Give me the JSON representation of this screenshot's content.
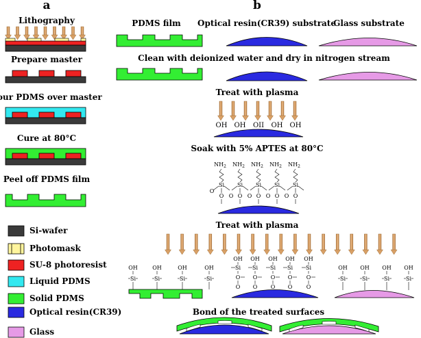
{
  "panel_a": {
    "label": "a",
    "steps": [
      "Lithography",
      "Prepare master",
      "Pour  PDMS over master",
      "Cure at 80°C",
      "Peel off  PDMS film"
    ]
  },
  "panel_b": {
    "label": "b",
    "substrates": [
      "PDMS film",
      "Optical resin(CR39) substrate",
      "Glass  substrate"
    ],
    "steps": [
      "Clean with deionized water and dry in nitrogen stream",
      "Treat with plasma",
      "Soak with  5% APTES at 80°C",
      "Treat with plasma",
      "Bond of the treated surfaces"
    ],
    "chem": {
      "oh": "OH",
      "oh_glitch": "OII",
      "nh2": "NH",
      "nh2_sub": "2",
      "si": "Si",
      "o": "O"
    }
  },
  "legend": [
    {
      "label": "Si-wafer",
      "color": "#3a3a3a"
    },
    {
      "label": "Photomask",
      "color": "#fff59d"
    },
    {
      "label": "SU-8 photoresist",
      "color": "#ee2222"
    },
    {
      "label": "Liquid PDMS",
      "color": "#33e8f0"
    },
    {
      "label": "Solid PDMS",
      "color": "#33ee33"
    },
    {
      "label": "Optical resin(CR39)",
      "color": "#2a2ae0"
    },
    {
      "label": "Glass",
      "color": "#e69ae6"
    }
  ],
  "colors": {
    "arrow": "#d9a066",
    "arrow_stroke": "#a0703a",
    "black": "#3a3a3a",
    "mask": "#fff59d",
    "red": "#ee2222",
    "cyan": "#33e8f0",
    "green": "#33ee33",
    "blue": "#2a2ae0",
    "pink": "#e69ae6"
  }
}
